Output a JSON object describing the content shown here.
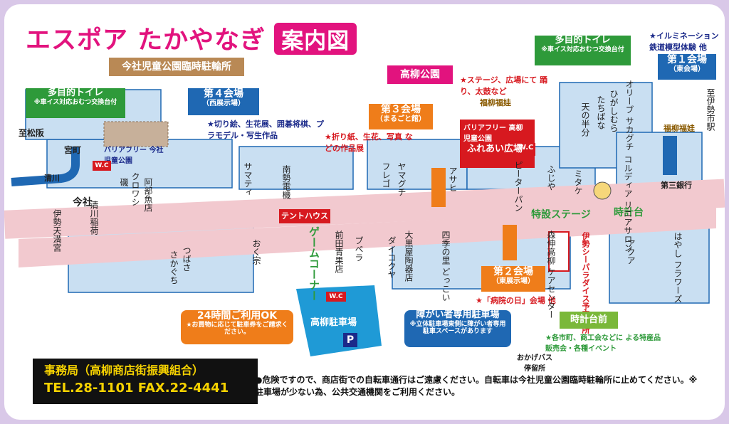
{
  "title": {
    "main": "エスポア たかやなぎ",
    "sub": "案内図"
  },
  "venues": {
    "v1": {
      "label": "第１会場",
      "sub": "（東会場）",
      "note": "★イルミネーション 鉄道模型体験 他"
    },
    "v2": {
      "label": "第２会場",
      "sub": "（東展示場）",
      "note": "★「病院の日」会場 他"
    },
    "v3": {
      "label": "第３会場",
      "sub": "（まるごと館）",
      "note": "★折り紙、生花、写真 などの作品展"
    },
    "v4": {
      "label": "第４会場",
      "sub": "（西展示場）",
      "note": "★切り絵、生花展、囲碁将棋、プラモデル・写生作品"
    }
  },
  "park": {
    "label": "高柳公園",
    "note": "★ステージ、広場にて 踊り、太鼓など",
    "sub2": "福柳福娃",
    "barrier_free": "バリアフリー 高柳児童公園",
    "plaza": "ふれあい広場",
    "wc": "W.C"
  },
  "bike_parking": "今社児童公園臨時駐輪所",
  "toilet_west": {
    "title": "多目的トイレ",
    "note": "※車イス対応おむつ交換台付"
  },
  "toilet_east": {
    "title": "多目的トイレ",
    "note": "※車イス対応おむつ交換台付"
  },
  "west_park": {
    "label": "バリアフリー 今社児童公園",
    "wc": "W.C"
  },
  "tent": "テントハウス",
  "game": "ゲームコーナー",
  "parking": {
    "label": "高柳駐車場",
    "wc": "W.C",
    "p": "P"
  },
  "parking24": {
    "title": "24時間ご利用OK",
    "note": "★お買物に応じて駐車券をご請求ください。"
  },
  "disabled_parking": {
    "title": "障がい者専用駐車場",
    "note": "※立体駐車場東側に障がい者専用駐車スペースがあります"
  },
  "stage": "特設ステージ",
  "clock": "時計台",
  "clock_front": {
    "label": "時計台前",
    "note": "★各市町、商工会などに よる特産品販売会・各種イベント"
  },
  "paradise": "伊勢シーパラダイス予定場所",
  "office": {
    "title": "事務局（高柳商店街振興組合）",
    "tel": "TEL.28-1101 FAX.22-4441"
  },
  "notice": "●危険ですので、商店街での自転車通行はご遠慮ください。自転車は今社児童公園臨時駐輪所に止めてください。※駐車場が少ない為、公共交通機関をご利用ください。",
  "places": {
    "kiyokawa": "清川",
    "ise_tenman": "伊勢天満宮",
    "kiyokawa_inari": "清川稲荷",
    "imakoso": "今社",
    "miyamachi": "宮町",
    "matsusaka": "至松阪",
    "iseshi": "至伊勢市駅",
    "olive": "オリーブ サカグチ",
    "higashi": "ひがしむら",
    "tachibana": "たちばな",
    "tenhanbun": "天の半分",
    "fukuyanagi": "福柳福娃",
    "corledia": "コルディア リニアサロン",
    "daisan": "第三銀行",
    "hayashi": "はやし フラワーズ",
    "acua": "アクア",
    "mitake": "ミタケ",
    "fujiya": "ふじや",
    "peter": "ピーターパン",
    "asahi": "アサヒ",
    "yamaguchi": "ヤマグチ",
    "frego": "フレゴ",
    "samati": "サマティ",
    "nansei": "南勢電機",
    "abe": "阿部魚店",
    "kuroshi": "クロワシ",
    "iso": "磯",
    "tsubasa": "つばさ",
    "sagaguchi": "さかぐち",
    "okumune": "おく宗",
    "maeda": "前田青果店",
    "pureberra": "プペラ",
    "daikokuya": "ダイコクヤ",
    "okuro": "大黒屋陶器店",
    "shikinosato": "四季の里 どっこい",
    "care": "森伸高柳 ケアセンター",
    "bus": "おかげバス 停留所"
  },
  "colors": {
    "pink": "#e2137e",
    "blue": "#1f68b3",
    "orange": "#ef7d1a",
    "green": "#2e9a3a",
    "red": "#d7191f",
    "road": "#f2c9cf",
    "block": "#c9dff2"
  }
}
